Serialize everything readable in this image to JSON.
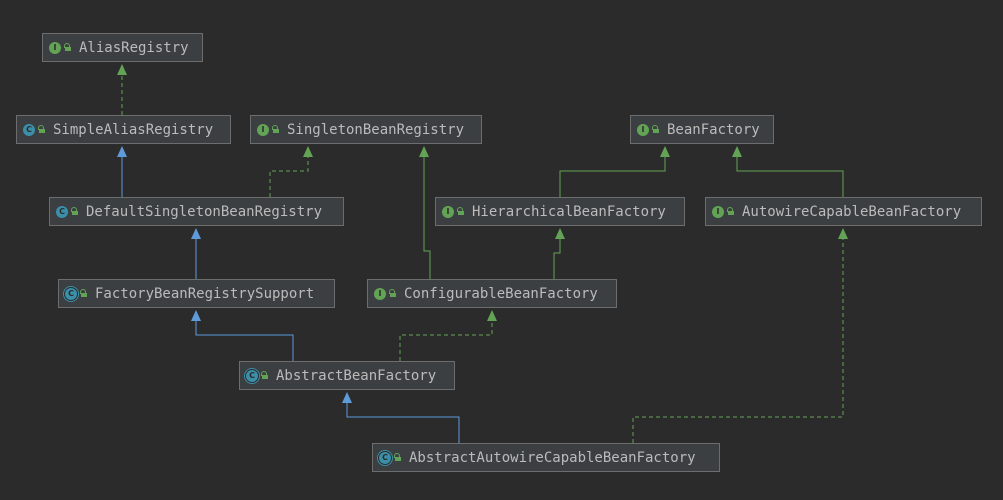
{
  "diagram": {
    "colors": {
      "background": "#2b2b2b",
      "node_fill": "#3c3f41",
      "node_border": "#6d6d6d",
      "interface_badge": "#62a356",
      "class_badge": "#3b8fa8",
      "implements_edge": "#62a356",
      "extends_class_edge": "#5e9bd8"
    },
    "nodes": {
      "alias_registry": {
        "name": "AliasRegistry",
        "kind": "interface",
        "badge": "I"
      },
      "simple_alias_registry": {
        "name": "SimpleAliasRegistry",
        "kind": "class",
        "badge": "C"
      },
      "singleton_bean_registry": {
        "name": "SingletonBeanRegistry",
        "kind": "interface",
        "badge": "I"
      },
      "bean_factory": {
        "name": "BeanFactory",
        "kind": "interface",
        "badge": "I"
      },
      "default_singleton_bean_registry": {
        "name": "DefaultSingletonBeanRegistry",
        "kind": "class",
        "badge": "C"
      },
      "hierarchical_bean_factory": {
        "name": "HierarchicalBeanFactory",
        "kind": "interface",
        "badge": "I"
      },
      "autowire_capable_bean_factory": {
        "name": "AutowireCapableBeanFactory",
        "kind": "interface",
        "badge": "I"
      },
      "factory_bean_registry_support": {
        "name": "FactoryBeanRegistrySupport",
        "kind": "abstract",
        "badge": "C"
      },
      "configurable_bean_factory": {
        "name": "ConfigurableBeanFactory",
        "kind": "interface",
        "badge": "I"
      },
      "abstract_bean_factory": {
        "name": "AbstractBeanFactory",
        "kind": "abstract",
        "badge": "C"
      },
      "abstract_autowire_capable_bean_factory": {
        "name": "AbstractAutowireCapableBeanFactory",
        "kind": "abstract",
        "badge": "C"
      }
    },
    "edges": [
      {
        "from": "simple_alias_registry",
        "to": "alias_registry",
        "type": "implements"
      },
      {
        "from": "default_singleton_bean_registry",
        "to": "simple_alias_registry",
        "type": "extends_class"
      },
      {
        "from": "default_singleton_bean_registry",
        "to": "singleton_bean_registry",
        "type": "implements"
      },
      {
        "from": "factory_bean_registry_support",
        "to": "default_singleton_bean_registry",
        "type": "extends_class"
      },
      {
        "from": "abstract_bean_factory",
        "to": "factory_bean_registry_support",
        "type": "extends_class"
      },
      {
        "from": "abstract_bean_factory",
        "to": "configurable_bean_factory",
        "type": "implements"
      },
      {
        "from": "configurable_bean_factory",
        "to": "singleton_bean_registry",
        "type": "extends_interface"
      },
      {
        "from": "configurable_bean_factory",
        "to": "hierarchical_bean_factory",
        "type": "extends_interface"
      },
      {
        "from": "hierarchical_bean_factory",
        "to": "bean_factory",
        "type": "extends_interface"
      },
      {
        "from": "autowire_capable_bean_factory",
        "to": "bean_factory",
        "type": "extends_interface"
      },
      {
        "from": "abstract_autowire_capable_bean_factory",
        "to": "abstract_bean_factory",
        "type": "extends_class"
      },
      {
        "from": "abstract_autowire_capable_bean_factory",
        "to": "autowire_capable_bean_factory",
        "type": "implements"
      }
    ]
  }
}
